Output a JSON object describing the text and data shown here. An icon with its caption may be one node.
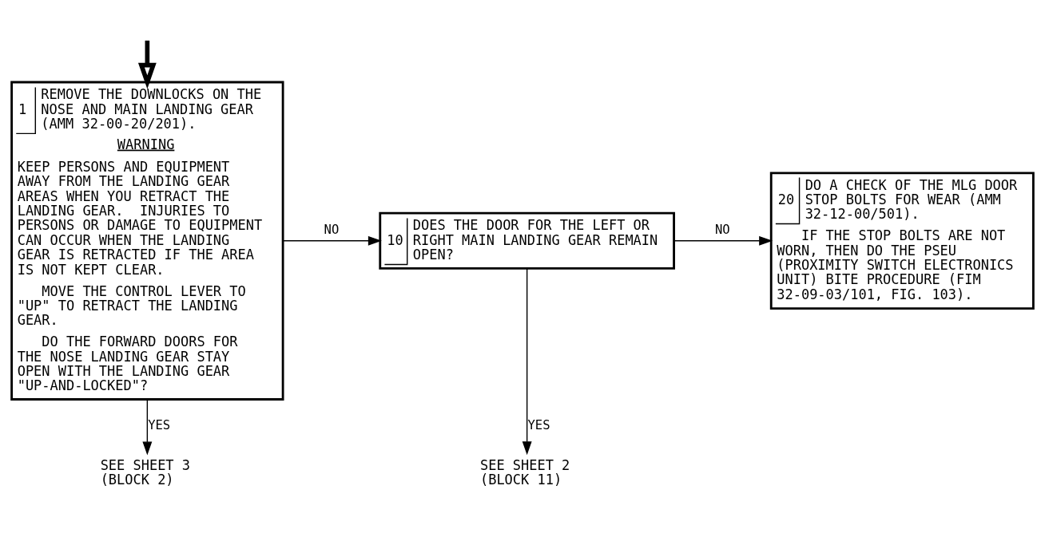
{
  "diagram": {
    "nodes": [
      {
        "text": [
          "1",
          "REMOVE THE DOWNLOCKS ON THE NOSE AND MAIN LANDING GEAR (AMM 32-00-20/201).",
          "WARNING",
          "KEEP PERSONS AND EQUIPMENT AWAY FROM THE LANDING GEAR AREAS WHEN YOU RETRACT THE LANDING GEAR.  INJURIES TO PERSONS OR DAMAGE TO EQUIPMENT CAN OCCUR WHEN THE LANDING GEAR IS RETRACTED IF THE AREA IS NOT KEPT CLEAR.",
          "MOVE THE CONTROL LEVER TO \"UP\" TO RETRACT THE LANDING GEAR.",
          "DO THE FORWARD DOORS FOR THE NOSE LANDING GEAR STAY OPEN WITH THE LANDING GEAR \"UP-AND-LOCKED\"?"
        ]
      },
      {
        "text": [
          "10",
          "DOES THE DOOR FOR THE LEFT OR RIGHT MAIN LANDING GEAR REMAIN OPEN?"
        ]
      },
      {
        "text": [
          "20",
          "DO A CHECK OF THE MLG DOOR STOP BOLTS FOR WEAR (AMM 32-12-00/501).",
          "IF THE STOP BOLTS ARE NOT WORN, THEN DO THE PSEU (PROXIMITY SWITCH ELECTRONICS UNIT) BITE PROCEDURE (FIM 32-09-03/101, FIG. 103)."
        ]
      },
      {
        "text": [
          "SEE SHEET 2 (BLOCK 11)"
        ]
      },
      {
        "text": [
          "SEE SHEET 3 (BLOCK 2)"
        ]
      }
    ],
    "edges": [
      {
        "from": null,
        "to": 0,
        "arrow": "to",
        "style": "thick"
      },
      {
        "from": 0,
        "to": 1,
        "arrow": "to",
        "label": "NO"
      },
      {
        "from": 1,
        "to": 2,
        "arrow": "to",
        "label": "NO"
      },
      {
        "from": 0,
        "to": 4,
        "arrow": "to",
        "label": "YES"
      },
      {
        "from": 1,
        "to": 3,
        "arrow": "to",
        "label": "YES"
      }
    ]
  }
}
